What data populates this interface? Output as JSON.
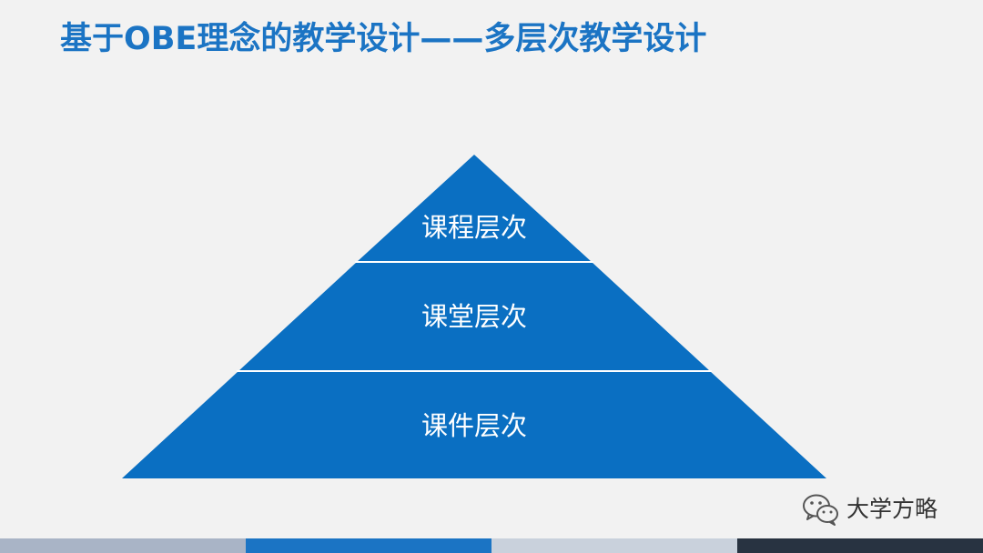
{
  "slide": {
    "title": "基于OBE理念的教学设计——多层次教学设计"
  },
  "pyramid": {
    "levels": [
      {
        "label": "课程层次"
      },
      {
        "label": "课堂层次"
      },
      {
        "label": "课件层次"
      }
    ]
  },
  "watermark": {
    "text": "大学方略",
    "icon": "wechat-icon"
  },
  "colors": {
    "background": "#f2f2f2",
    "title": "#1b74c4",
    "pyramid_fill": "#0a6fc2",
    "pyramid_divider": "#ffffff",
    "pyramid_text": "#ffffff",
    "footer": [
      "#a9b4c6",
      "#1b74c4",
      "#c9d1dc",
      "#283341"
    ]
  }
}
